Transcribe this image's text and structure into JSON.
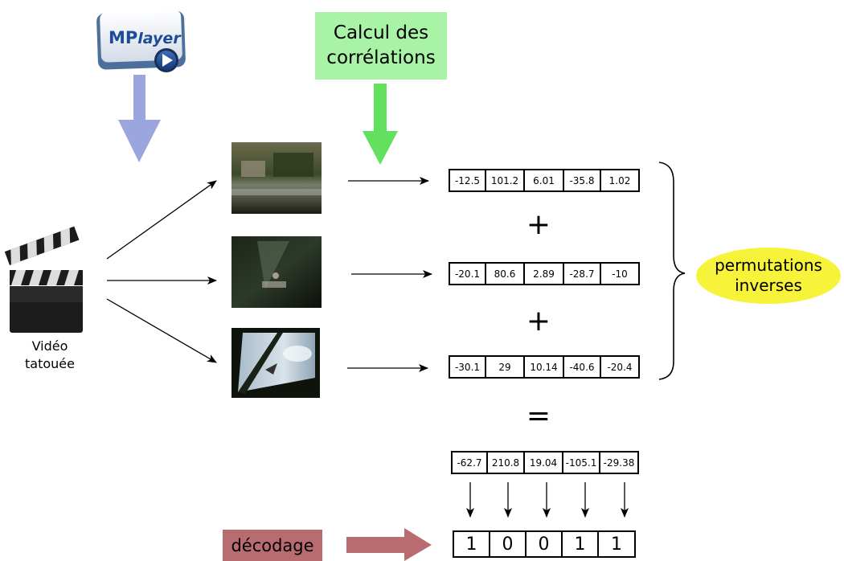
{
  "steps": {
    "calc_line1": "Calcul des",
    "calc_line2": "corrélations",
    "decodage": "décodage",
    "perm_line1": "permutations",
    "perm_line2": "inverses",
    "video_line1": "Vidéo",
    "video_line2": "tatouée"
  },
  "logo": {
    "mp": "MP",
    "layer": "layer"
  },
  "vectors": [
    [
      "-12.5",
      "101.2",
      "6.01",
      "-35.8",
      "1.02"
    ],
    [
      "-20.1",
      "80.6",
      "2.89",
      "-28.7",
      "-10"
    ],
    [
      "-30.1",
      "29",
      "10.14",
      "-40.6",
      "-20.4"
    ]
  ],
  "sum_vector": [
    "-62.7",
    "210.8",
    "19.04",
    "-105.1",
    "-29.38"
  ],
  "bits": [
    "1",
    "0",
    "0",
    "1",
    "1"
  ],
  "operators": {
    "plus": "+",
    "equals": "="
  },
  "colors": {
    "mplayer_arrow": "#9ba6de",
    "correlation_arrow": "#63e05e",
    "correlation_box": "#a9f3a6",
    "decodage_box": "#b96c70",
    "decodage_arrow": "#b96c70",
    "permutation_ellipse": "#f6f33a"
  }
}
